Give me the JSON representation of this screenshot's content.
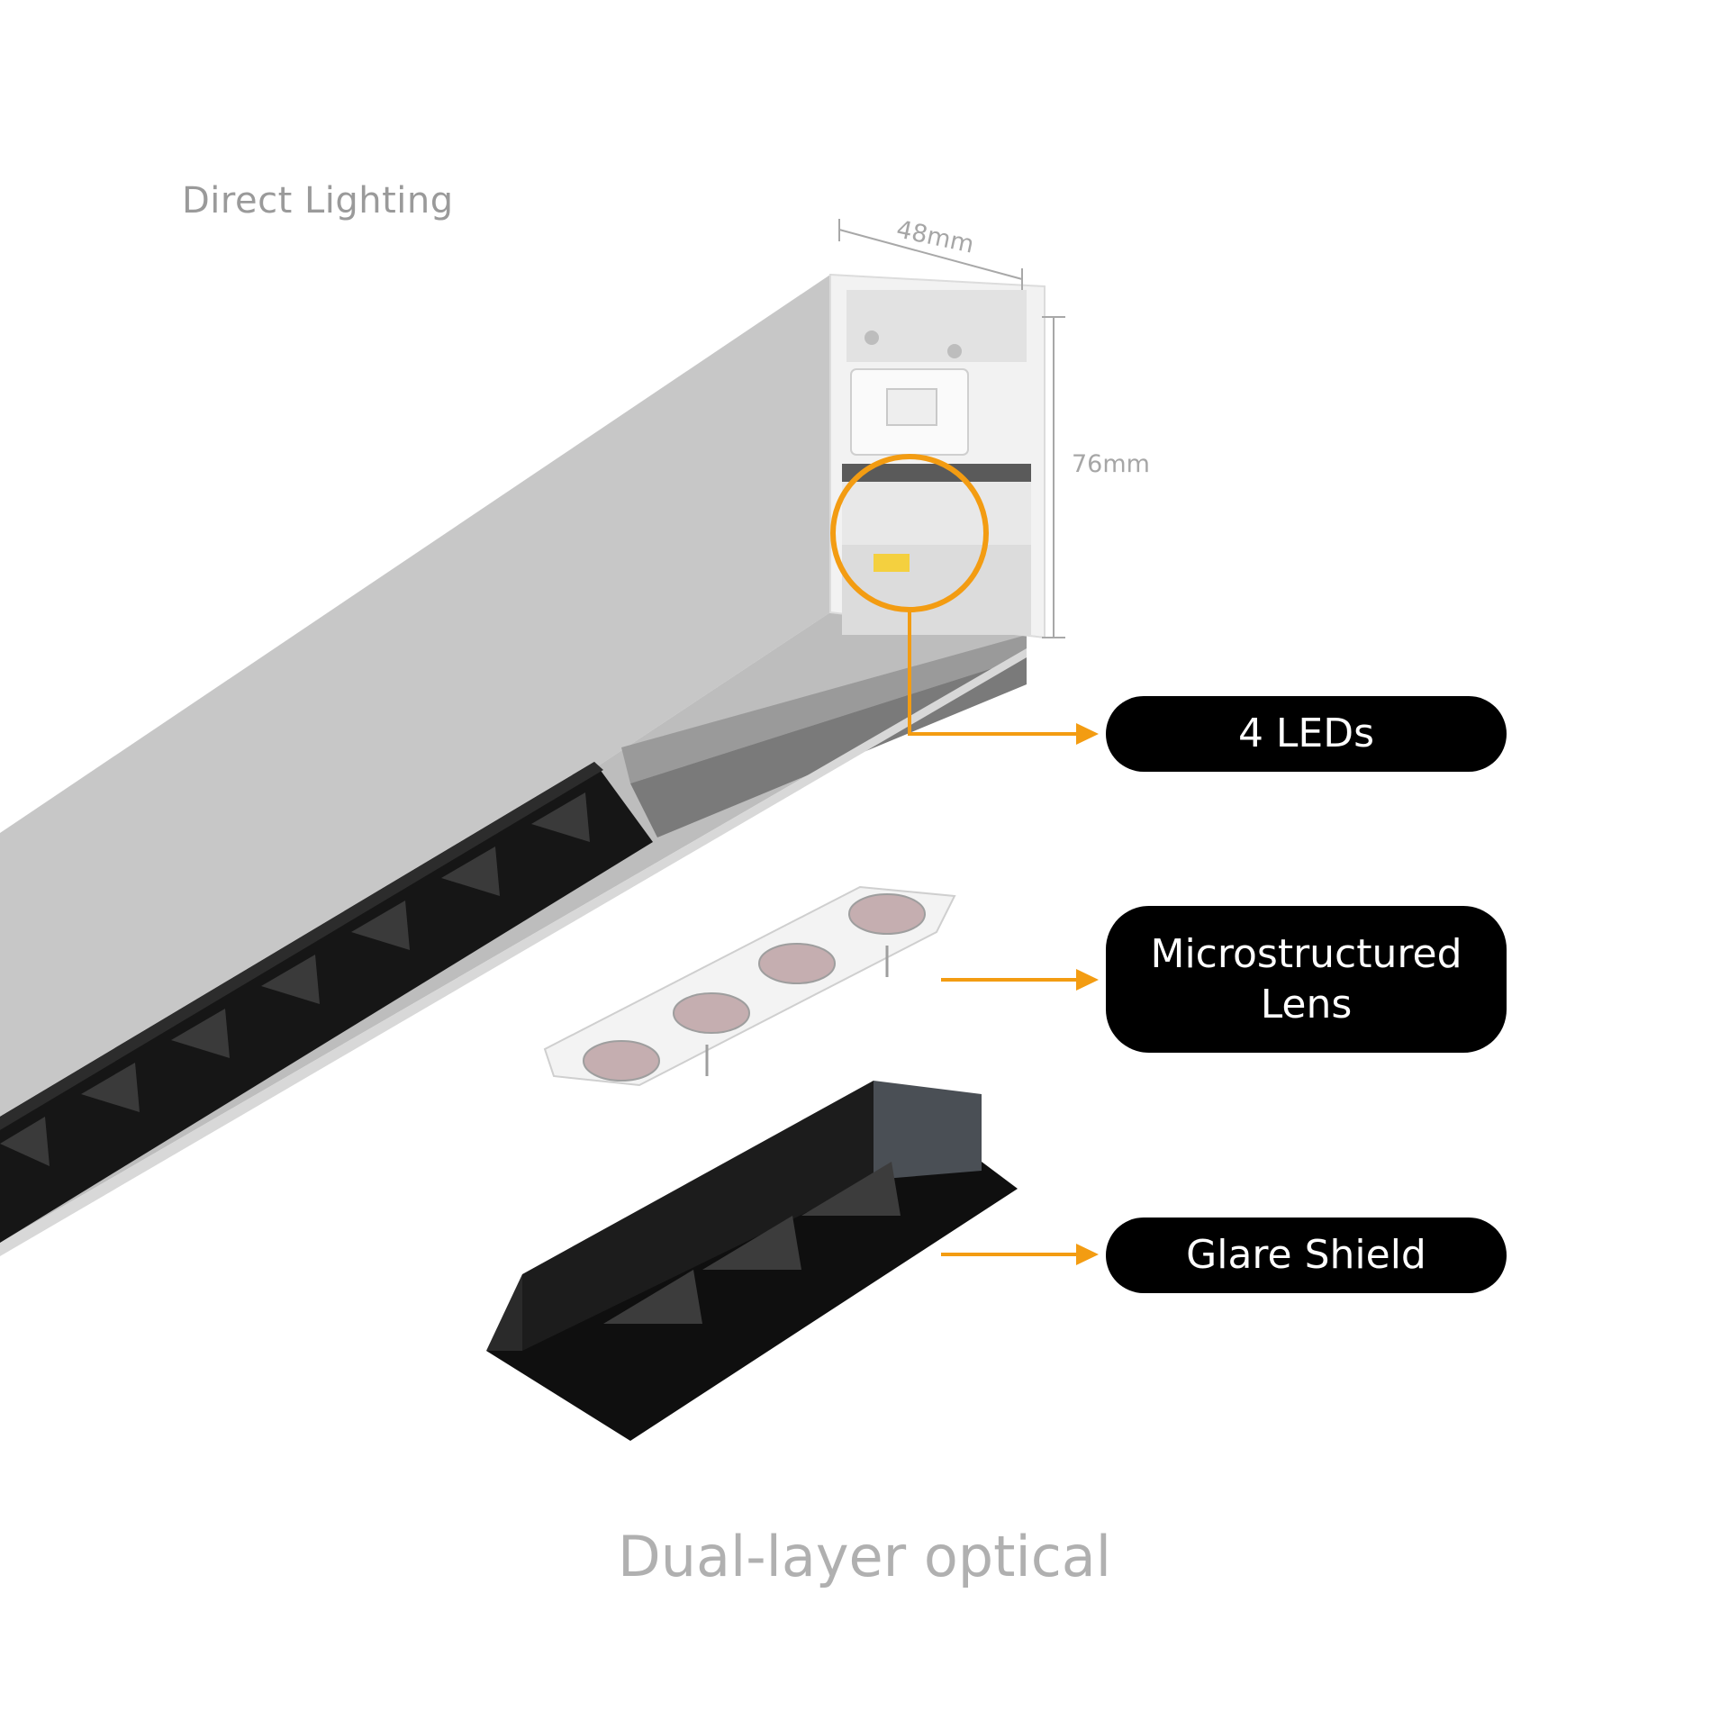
{
  "heading": "Direct Lighting",
  "footer": "Dual-layer optical",
  "dimensions": {
    "width": "48mm",
    "height": "76mm"
  },
  "callouts": [
    {
      "label": "4 LEDs"
    },
    {
      "label": "Microstructured\nLens"
    },
    {
      "label": "Glare Shield"
    }
  ],
  "colors": {
    "accent": "#F39C12",
    "label_bg": "#000000",
    "label_text": "#FFFFFF",
    "housing": "#C6C6C6",
    "shield": "#1A1A1A"
  }
}
